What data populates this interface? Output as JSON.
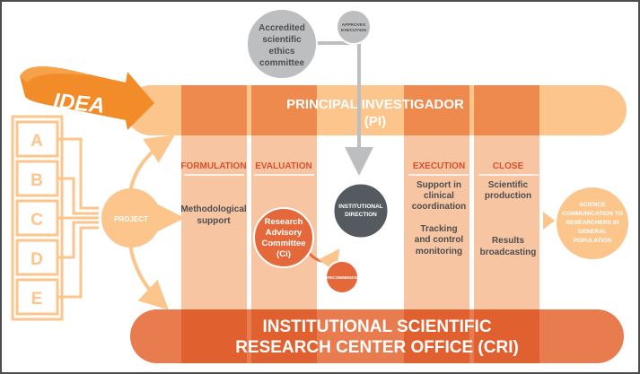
{
  "idea": {
    "label": "IDEA"
  },
  "letters": [
    "A",
    "B",
    "C",
    "D",
    "E"
  ],
  "project": {
    "label": "PROJECT"
  },
  "pi": {
    "line1": "PRINCIPAL INVESTIGADOR",
    "line2": "(PI)"
  },
  "cri": {
    "line1": "INSTITUTIONAL SCIENTIFIC",
    "line2": "RESEARCH CENTER OFFICE (CRI)"
  },
  "ethics": {
    "line1": "Accredited",
    "line2": "scientific",
    "line3": "ethics",
    "line4": "committee"
  },
  "approves": {
    "line1": "APPROVES",
    "line2": "EXECUTION"
  },
  "direction": {
    "line1": "INSTITUTIONAL",
    "line2": "DIRECTION"
  },
  "recommends": {
    "label": "RECOMMENDS"
  },
  "formulation": {
    "title": "FORMULATION",
    "line1": "Methodological",
    "line2": "support"
  },
  "evaluation": {
    "title": "EVALUATION",
    "line1": "Research",
    "line2": "Advisory",
    "line3": "Committee",
    "line4": "(Ci)"
  },
  "execution": {
    "title": "EXECUTION",
    "line1": "Support in",
    "line2": "clinical",
    "line3": "coordination",
    "line4": "Tracking",
    "line5": "and control",
    "line6": "monitoring"
  },
  "close": {
    "title": "CLOSE",
    "line1": "Scientific",
    "line2": "production",
    "line3": "Results",
    "line4": "broadcasting"
  },
  "science": {
    "line1": "SCIENCE",
    "line2": "COMMUNICATION TO",
    "line3": "RESEARCHERS IN",
    "line4": "GENERAL",
    "line5": "POPULATION"
  },
  "colors": {
    "orange": "#f28c28",
    "light_orange": "#fbc58c",
    "peach": "#f6b184",
    "red_orange": "#e5683a",
    "dark_gray": "#545a5f",
    "gray": "#bcbec0",
    "title_red": "#d9502a"
  }
}
